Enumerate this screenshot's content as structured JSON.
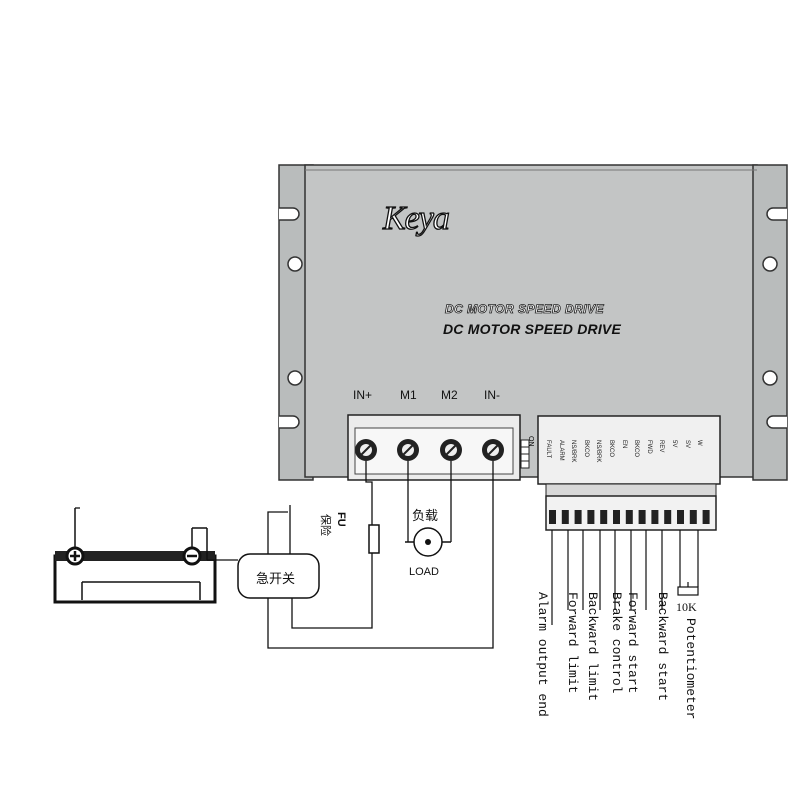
{
  "brand": "Keya",
  "product_title_outline": "DC MOTOR SPEED DRIVE",
  "product_title": "DC MOTOR SPEED DRIVE",
  "terminals": [
    "IN+",
    "M1",
    "M2",
    "IN-"
  ],
  "dip_label": "ON",
  "pin_labels": [
    "FAULT",
    "ALARM",
    "NS/BRK",
    "BKCO",
    "NS/BRK",
    "BKCO",
    "EN",
    "BKCO",
    "FWD",
    "REV",
    "5V",
    "SV",
    "W"
  ],
  "fuse_label": "FU",
  "fuse_cn": "保险",
  "load_cn": "负载",
  "load_label": "LOAD",
  "emergency_switch_cn": "急开关",
  "potentiometer_value": "10K",
  "signals": [
    "Alarm output end",
    "Forward limit",
    "Backward limit",
    "Brake control",
    "Forward start",
    "Backward start",
    "Potentiometer"
  ]
}
